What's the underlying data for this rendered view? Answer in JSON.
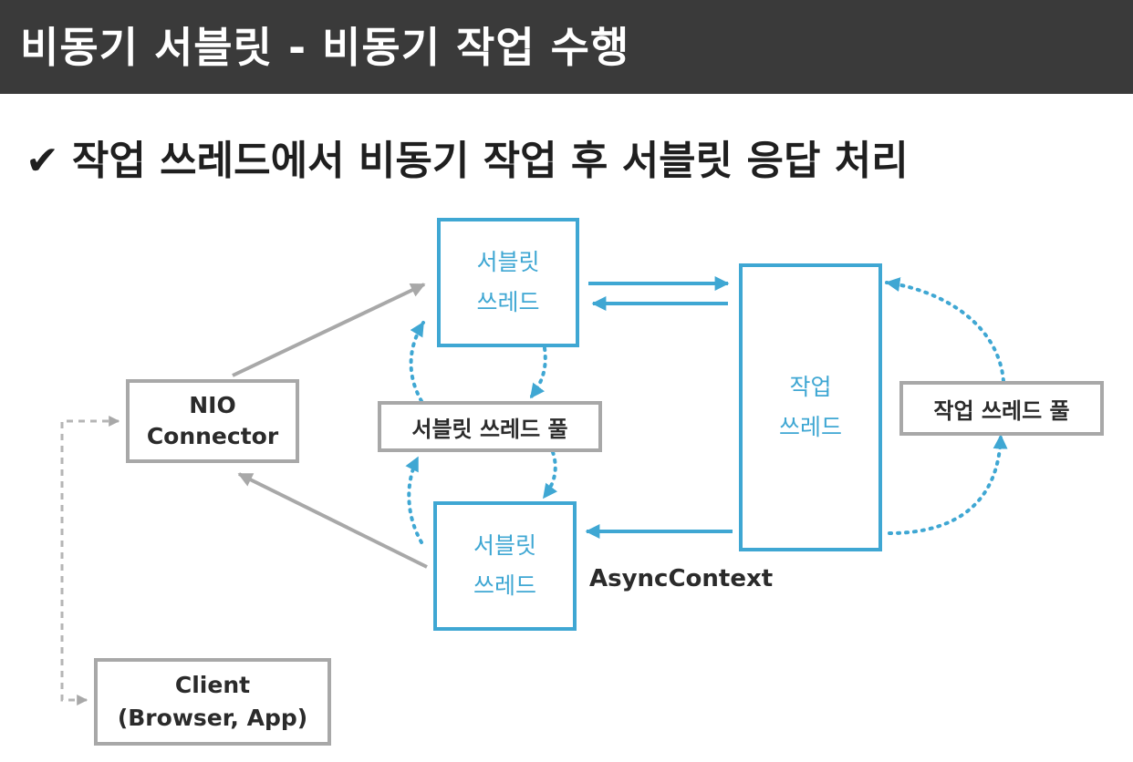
{
  "title": "비동기 서블릿 - 비동기 작업 수행",
  "subtitle": {
    "check_icon": "✔",
    "text": "작업 쓰레드에서 비동기 작업 후 서블릿 응답 처리"
  },
  "nodes": {
    "servlet_thread_top": {
      "line1": "서블릿",
      "line2": "쓰레드"
    },
    "servlet_thread_bottom": {
      "line1": "서블릿",
      "line2": "쓰레드"
    },
    "servlet_thread_pool": "서블릿 쓰레드 풀",
    "work_thread": {
      "line1": "작업",
      "line2": "쓰레드"
    },
    "work_thread_pool": "작업 쓰레드 풀",
    "nio_connector": {
      "line1": "NIO",
      "line2": "Connector"
    },
    "client": {
      "line1": "Client",
      "line2": "(Browser, App)"
    }
  },
  "labels": {
    "async_context": "AsyncContext"
  },
  "colors": {
    "blue": "#3fa7d3",
    "gray": "#a8a8a8",
    "title_bar": "#3a3a3a"
  }
}
